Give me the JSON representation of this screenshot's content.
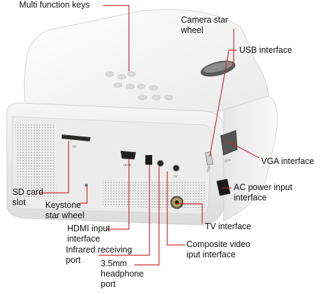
{
  "labels": {
    "multi_function_keys": "Multi function keys",
    "camera_star_wheel": "Camera star\nwheel",
    "usb_interface": "USB interface",
    "vga_interface": "VGA interface",
    "ac_power_input": "AC power input\ninterface",
    "sd_card_slot": "SD card\nslot",
    "keystone_star_wheel": "Keystone\nstar wheel",
    "hdmi_input": "HDMI input\ninterface",
    "tv_interface": "TV interface",
    "composite_video": "Composite video\niput interface",
    "infrared_port": "Infrared receiving\nport",
    "headphone_port": "3.5mm\nheadphone\nport"
  },
  "port_markings": {
    "sd": "SD",
    "hdmi": "HDMI",
    "av": "AV",
    "vga": "VGA",
    "usb": "USB"
  },
  "colors": {
    "leader_line": "#d0282e",
    "body_white": "#f4f4f4",
    "label_text": "#111111"
  }
}
